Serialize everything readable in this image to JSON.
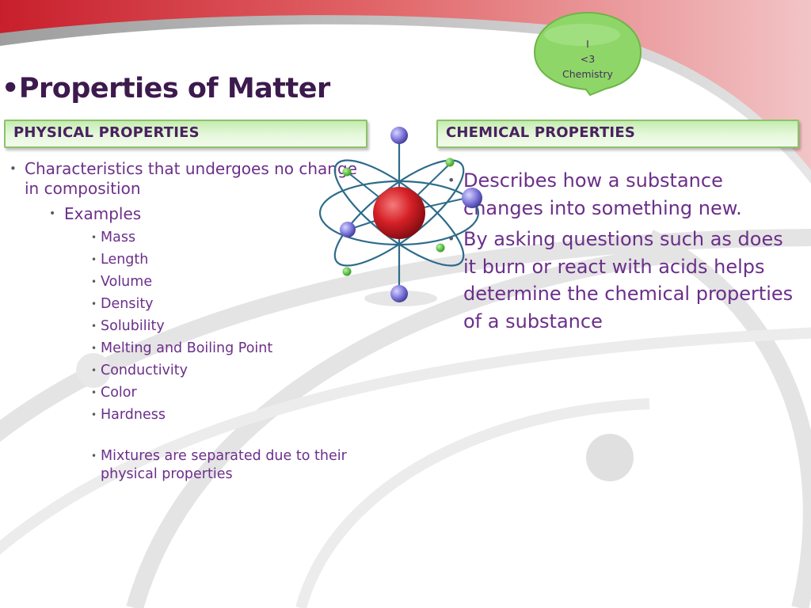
{
  "slide": {
    "title": "•Properties of Matter",
    "bubble": {
      "line1": "I",
      "line2": "<3",
      "line3": "Chemistry"
    }
  },
  "physical": {
    "header": "PHYSICAL PROPERTIES",
    "definition": "Characteristics that undergoes no change in composition",
    "examples_label": "Examples",
    "examples": [
      "Mass",
      "Length",
      "Volume",
      "Density",
      "Solubility",
      "Melting and Boiling Point",
      "Conductivity",
      "Color",
      "Hardness"
    ],
    "note": "Mixtures are separated due to their physical properties"
  },
  "chemical": {
    "header": "CHEMICAL PROPERTIES",
    "points": [
      "Describes how a substance changes into something new.",
      "By asking questions such as does it burn or react with acids helps determine the chemical properties of a substance"
    ]
  },
  "colors": {
    "title": "#3d1a4d",
    "body_text": "#6b2f8a",
    "header_text": "#4a2060",
    "header_fill": "#d4f2c4",
    "bubble": "#8ed668",
    "banner_red": "#d94a4f"
  },
  "icons": [
    "atom-icon",
    "speech-bubble-icon"
  ]
}
